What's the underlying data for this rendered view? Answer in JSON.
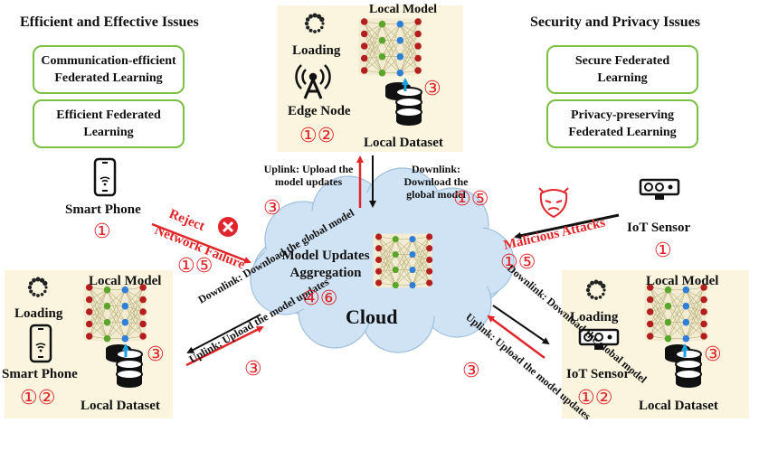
{
  "headers": {
    "left": "Efficient and Effective Issues",
    "right": "Security and Privacy Issues"
  },
  "left_boxes": [
    "Communication-efficient Federated Learning",
    "Efficient Federated Learning"
  ],
  "right_boxes": [
    "Secure Federated Learning",
    "Privacy-preserving Federated Learning"
  ],
  "top_node": {
    "local_model": "Local Model",
    "loading": "Loading",
    "node": "Edge Node",
    "dataset": "Local Dataset",
    "steps_node": "①②",
    "steps_dataset": "③"
  },
  "left_node": {
    "local_model": "Local Model",
    "loading": "Loading",
    "node": "Smart Phone",
    "dataset": "Local Dataset",
    "steps_node": "①②",
    "steps_dataset": "③"
  },
  "right_node": {
    "local_model": "Local Model",
    "loading": "Loading",
    "node": "IoT Sensor",
    "dataset": "Local Dataset",
    "steps_node": "①②",
    "steps_dataset": "③"
  },
  "standalone": {
    "phone": "Smart Phone",
    "phone_step": "①",
    "sensor": "IoT Sensor",
    "sensor_step": "①"
  },
  "cloud": {
    "title": "Model Updates Aggregation",
    "steps": "④⑥",
    "label": "Cloud"
  },
  "links": {
    "top_uplink": "Uplink: Upload the model updates",
    "top_uplink_step": "③",
    "top_downlink": "Downlink: Download the global model",
    "top_downlink_step": "①⑤",
    "left_downlink": "Downlink: Download the global model",
    "left_downlink_step": "①⑤",
    "left_uplink": "Uplink: Upload the model updates",
    "left_uplink_step": "③",
    "right_downlink": "Downlink: Download the global model",
    "right_downlink_step": "①⑤",
    "right_uplink": "Uplink: Upload the model updates",
    "right_uplink_step": "③"
  },
  "annotations": {
    "reject": "Reject",
    "network_failure": "Network Failure",
    "malicious": "Malicious Attacks"
  },
  "colors": {
    "green_border": "#7ac143",
    "panel_bg": "#fbf4de",
    "cloud_fill": "#cfe3f4",
    "red": "#e0262b",
    "node_red": "#b41e1e",
    "node_green": "#5aa52a",
    "node_blue": "#2f7fd8"
  },
  "icons": [
    "loading-icon",
    "antenna-icon",
    "database-icon",
    "smartphone-icon",
    "sensor-icon",
    "virus-mask-icon",
    "reject-icon",
    "neural-net-icon",
    "cloud-shape"
  ]
}
